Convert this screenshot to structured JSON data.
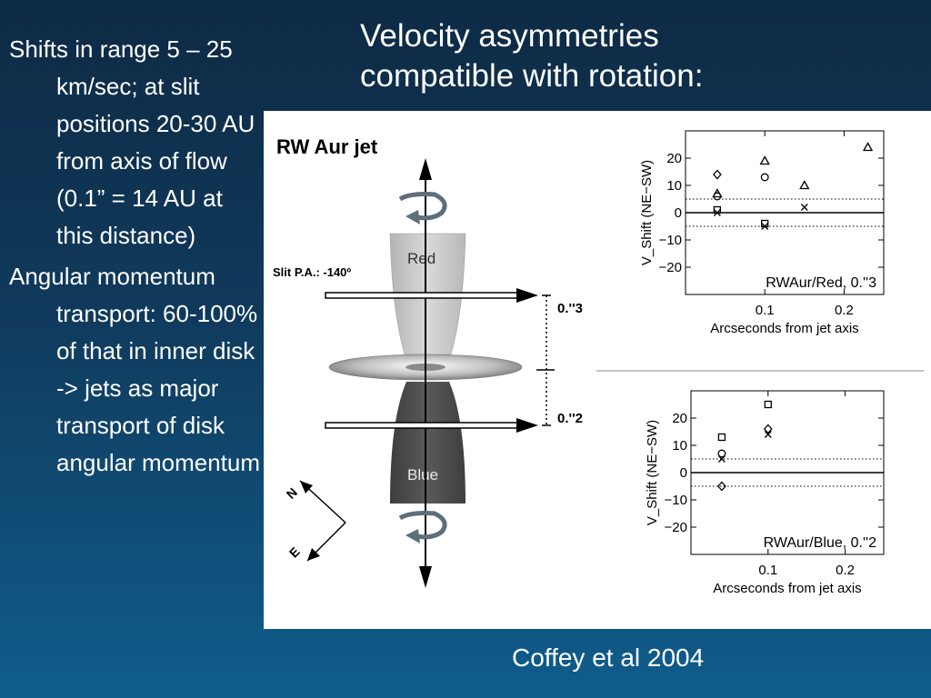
{
  "title_lines": [
    "Velocity asymmetries",
    "compatible  with rotation:"
  ],
  "bullets": [
    "Shifts in range 5 – 25 km/sec; at slit positions 20-30 AU from axis of flow (0.1” = 14 AU at this distance)",
    "Angular momentum transport: 60-100% of that in inner disk -> jets as major transport of disk angular momentum"
  ],
  "citation": "Coffey et al 2004",
  "diagram": {
    "title": "RW Aur jet",
    "red_label": "Red",
    "blue_label": "Blue",
    "slit_label": "Slit P.A.: -140º",
    "upper_offset": "0.''3",
    "lower_offset": "0.''2",
    "compass_n": "N",
    "compass_e": "E"
  },
  "colors": {
    "background_top": "#0d2a44",
    "background_bottom": "#0f5d8c",
    "red_lobe": "#c8c8c8",
    "blue_lobe": "#4a4a4a"
  },
  "chart_data": [
    {
      "type": "scatter",
      "title": "RWAur/Red, 0.''3",
      "xlabel": "Arcseconds from jet axis",
      "ylabel": "V_Shift (NE−SW)",
      "xlim": [
        0,
        0.25
      ],
      "ylim": [
        -30,
        30
      ],
      "xticks": [
        0.1,
        0.2
      ],
      "yticks": [
        20,
        10,
        0,
        -10,
        -20
      ],
      "threshold_lines": [
        5,
        -5
      ],
      "series": [
        {
          "marker": "diamond",
          "x": [
            0.04
          ],
          "y": [
            14
          ]
        },
        {
          "marker": "circle",
          "x": [
            0.04,
            0.1
          ],
          "y": [
            6,
            13
          ]
        },
        {
          "marker": "triangle",
          "x": [
            0.04,
            0.1,
            0.15,
            0.23
          ],
          "y": [
            7,
            19,
            10,
            24
          ]
        },
        {
          "marker": "square",
          "x": [
            0.04,
            0.1
          ],
          "y": [
            1,
            -4
          ]
        },
        {
          "marker": "cross",
          "x": [
            0.04,
            0.1,
            0.15
          ],
          "y": [
            0,
            -5,
            2
          ]
        }
      ]
    },
    {
      "type": "scatter",
      "title": "RWAur/Blue, 0.''2",
      "xlabel": "Arcseconds from jet axis",
      "ylabel": "V_Shift (NE−SW)",
      "xlim": [
        0,
        0.25
      ],
      "ylim": [
        -30,
        30
      ],
      "xticks": [
        0.1,
        0.2
      ],
      "yticks": [
        20,
        10,
        0,
        -10,
        -20
      ],
      "threshold_lines": [
        5,
        -5
      ],
      "series": [
        {
          "marker": "square",
          "x": [
            0.04,
            0.1
          ],
          "y": [
            13,
            25
          ]
        },
        {
          "marker": "circle",
          "x": [
            0.04
          ],
          "y": [
            7
          ]
        },
        {
          "marker": "cross",
          "x": [
            0.04,
            0.1
          ],
          "y": [
            5,
            14
          ]
        },
        {
          "marker": "diamond",
          "x": [
            0.04,
            0.1
          ],
          "y": [
            -5,
            16
          ]
        }
      ]
    }
  ]
}
